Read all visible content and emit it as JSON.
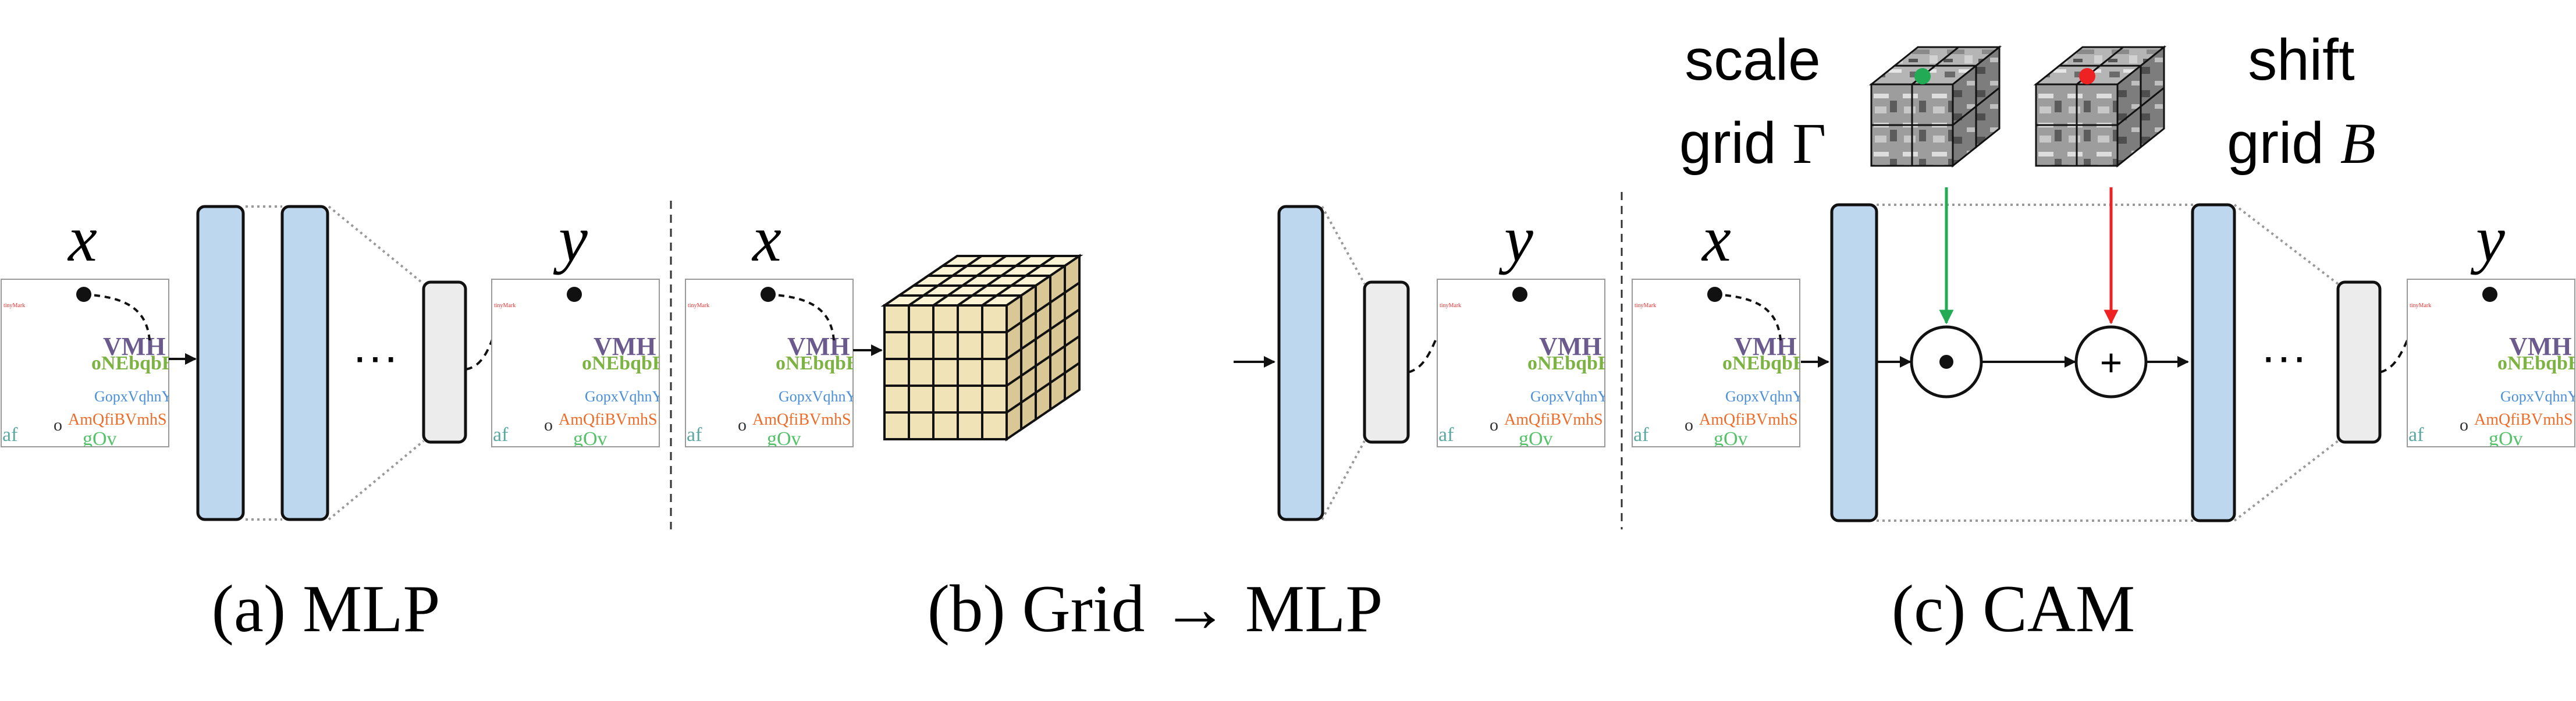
{
  "panels": {
    "a": {
      "caption": "(a) MLP",
      "input_var": "x",
      "output_var": "y",
      "ellipsis": "···"
    },
    "b": {
      "caption": "(b) Grid → MLP",
      "input_var": "x",
      "output_var": "y"
    },
    "c": {
      "caption": "(c) CAM",
      "input_var": "x",
      "output_var": "y",
      "ellipsis": "···",
      "scale_grid": {
        "line1": "scale",
        "line2": "grid",
        "symbol": "Γ",
        "marker_color": "#22aa55"
      },
      "shift_grid": {
        "line1": "shift",
        "line2": "grid",
        "symbol": "B",
        "marker_color": "#ee2222"
      },
      "multiply_op": "⊙",
      "add_op": "+"
    }
  },
  "thumbnail_text": {
    "title": "VMH",
    "row1": "oNEbqbE",
    "row2": "GopxVqhnY",
    "row3": "AmQfiBVmhS",
    "row4a": "af",
    "row4b": "o",
    "row5": "gOv",
    "tiny": "tinyMark"
  },
  "colors": {
    "layer_fill": "#bdd7ee",
    "small_layer_fill": "#ececec",
    "cube_top": "#fcf4d4",
    "cube_front": "#f0e3b8",
    "cube_side": "#d9c896",
    "scale_arrow": "#22aa55",
    "shift_arrow": "#ee2222",
    "text_green": "#7cb342",
    "text_blue": "#4a8fd8",
    "text_orange": "#ee6c2a",
    "text_purple": "#6b5a8e",
    "text_cyan": "#5aa8a0"
  }
}
